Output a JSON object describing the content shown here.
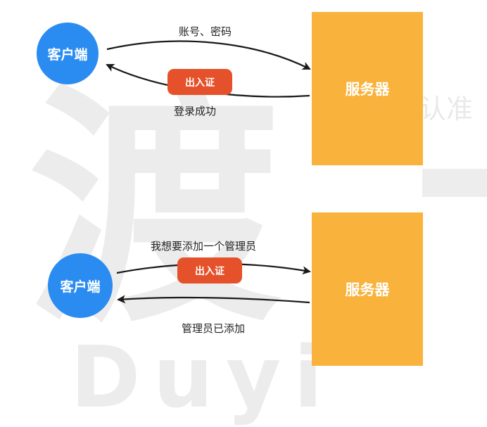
{
  "watermark": {
    "big_glyph": "渡",
    "side_text": "认准",
    "bottom_text": "Duyi"
  },
  "top": {
    "client": "客户端",
    "server": "服务器",
    "request_label": "账号、密码",
    "token_badge": "出入证",
    "response_label": "登录成功"
  },
  "bottom": {
    "client": "客户端",
    "server": "服务器",
    "request_label": "我想要添加一个管理员",
    "token_badge": "出入证",
    "response_label": "管理员已添加"
  },
  "colors": {
    "client": "#2a8cf0",
    "server": "#f9b23b",
    "token": "#e5512a",
    "arrow": "#1a1a1a"
  }
}
